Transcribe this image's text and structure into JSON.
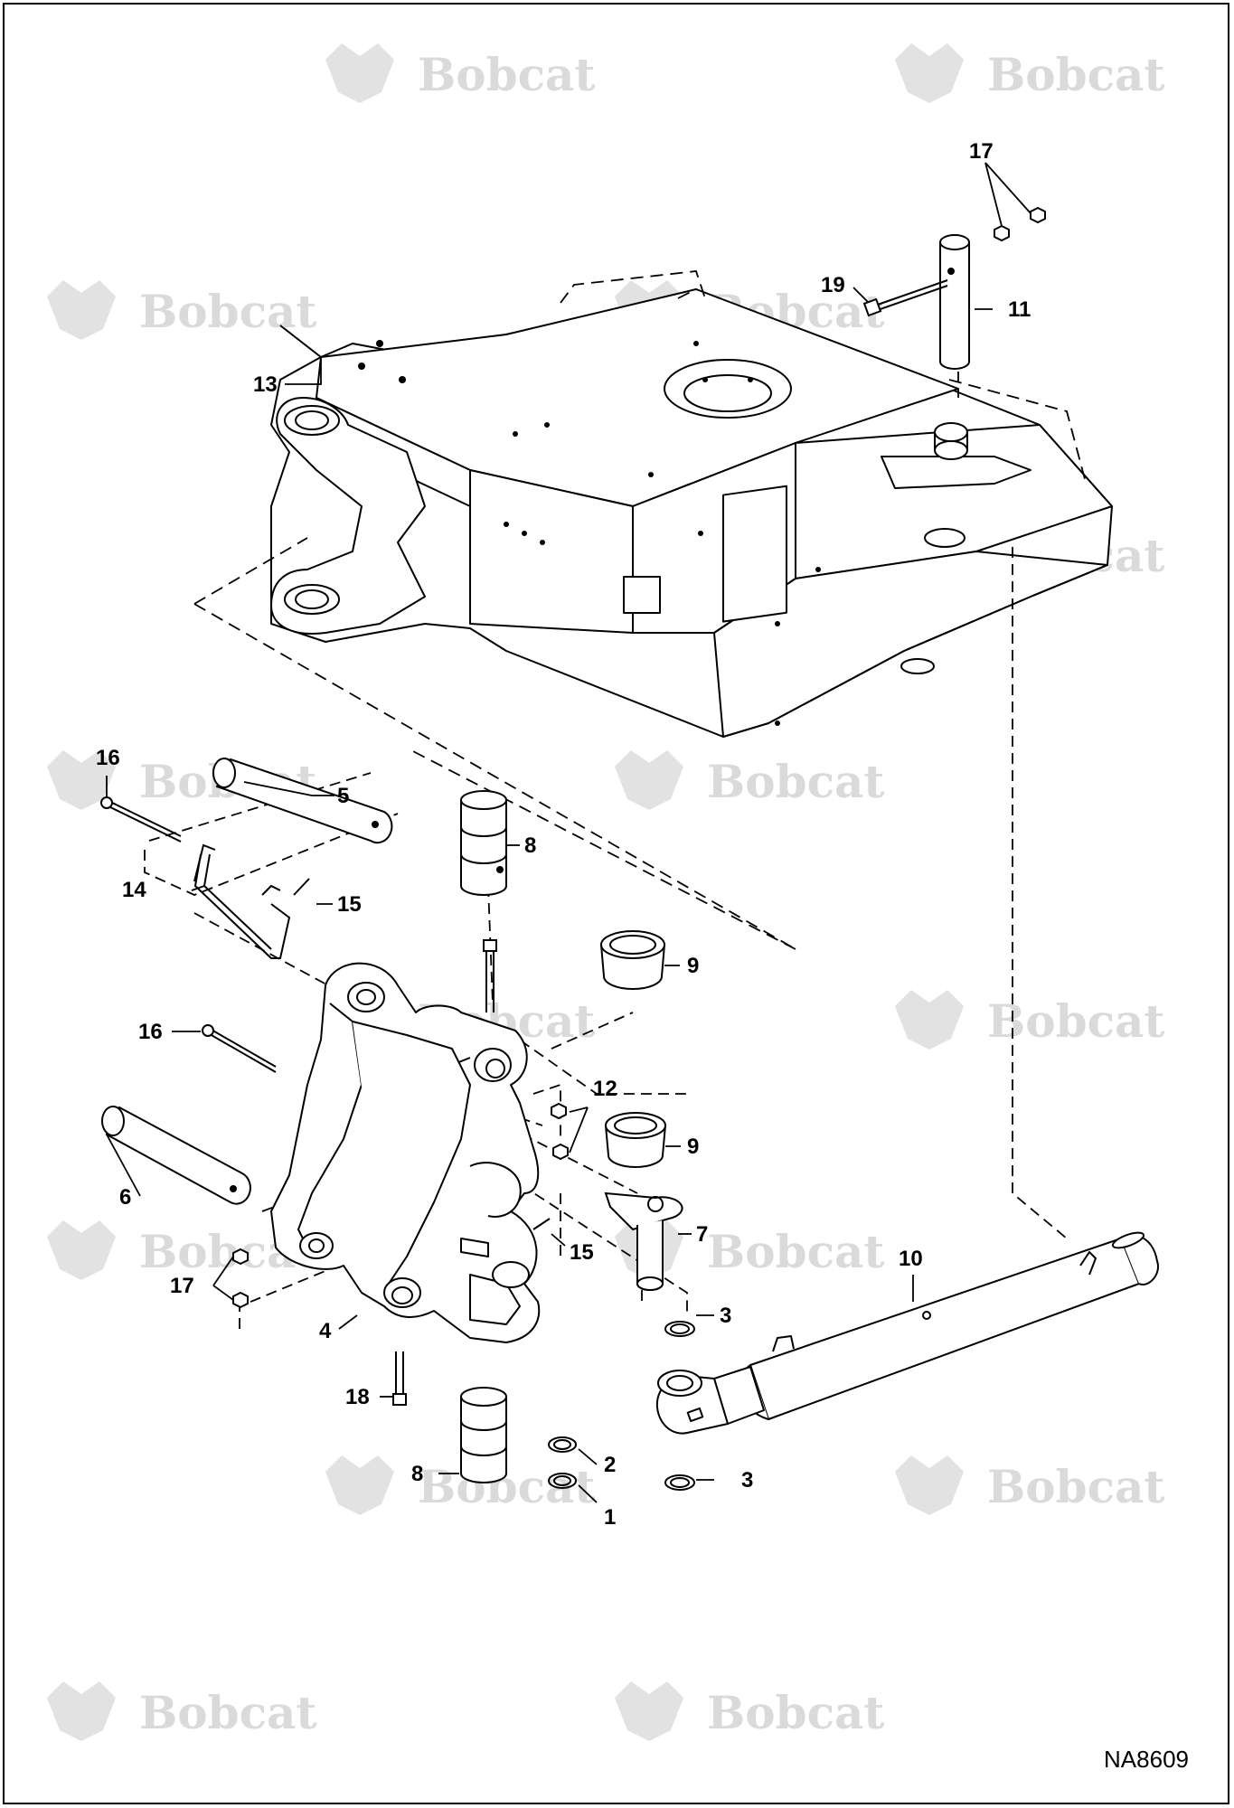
{
  "watermark": {
    "text": "Bobcat",
    "color": "#d9d9d9"
  },
  "callouts": [
    {
      "id": "c17a",
      "label": "17"
    },
    {
      "id": "c19",
      "label": "19"
    },
    {
      "id": "c11",
      "label": "11"
    },
    {
      "id": "c13",
      "label": "13"
    },
    {
      "id": "c16a",
      "label": "16"
    },
    {
      "id": "c5",
      "label": "5"
    },
    {
      "id": "c8a",
      "label": "8"
    },
    {
      "id": "c14",
      "label": "14"
    },
    {
      "id": "c15a",
      "label": "15"
    },
    {
      "id": "c9a",
      "label": "9"
    },
    {
      "id": "c16b",
      "label": "16"
    },
    {
      "id": "c12",
      "label": "12"
    },
    {
      "id": "c9b",
      "label": "9"
    },
    {
      "id": "c6",
      "label": "6"
    },
    {
      "id": "c7",
      "label": "7"
    },
    {
      "id": "c15b",
      "label": "15"
    },
    {
      "id": "c10",
      "label": "10"
    },
    {
      "id": "c17b",
      "label": "17"
    },
    {
      "id": "c3a",
      "label": "3"
    },
    {
      "id": "c4",
      "label": "4"
    },
    {
      "id": "c18",
      "label": "18"
    },
    {
      "id": "c8b",
      "label": "8"
    },
    {
      "id": "c2",
      "label": "2"
    },
    {
      "id": "c3b",
      "label": "3"
    },
    {
      "id": "c1",
      "label": "1"
    }
  ],
  "drawing_ref": "NA8609"
}
